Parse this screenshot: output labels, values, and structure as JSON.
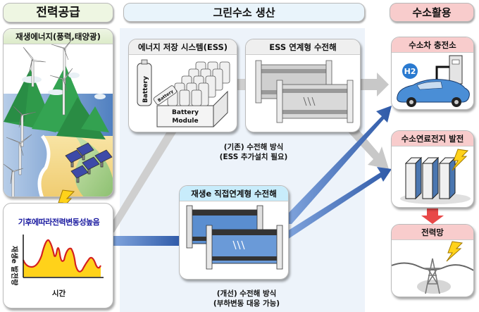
{
  "sections": {
    "supply": "전력공급",
    "production": "그린수소 생산",
    "utilization": "수소활용"
  },
  "supply": {
    "renewable_card_title": "재생에너지(풍력,태양광)",
    "variability_title": "기후에따라전력변동성높음",
    "chart_ylabel": "재생e 발전량",
    "chart_xlabel": "시간"
  },
  "production": {
    "ess_card_title": "에너지 저장 시스템(ESS)",
    "battery_label": "Battery",
    "battery_small_label": "Battery",
    "battery_module_label_1": "Battery",
    "battery_module_label_2": "Module",
    "ess_linked_card_title": "ESS 연계형 수전해",
    "old_method_line1": "(기존) 수전해 방식",
    "old_method_line2": "(ESS 추가설치 필요)",
    "direct_card_title": "재생e 직접연계형 수전해",
    "new_method_line1": "(개선) 수전해 방식",
    "new_method_line2": "(부하변동 대응 가능)"
  },
  "utilization": {
    "station_title": "수소차 충전소",
    "h2_badge": "H2",
    "fuelcell_title": "수소연료전지 발전",
    "grid_title": "전력망"
  },
  "colors": {
    "gray_flow": "#c8c8c8",
    "blue_flow": "#3b6cc0",
    "supply_header": "#eef6e2",
    "production_header": "#e9f4fb",
    "utilization_header": "#f8cccc",
    "direct_title_bg": "#c8ecfb",
    "variability_text": "#1a1aa0",
    "chart_line": "#d42020",
    "chart_fill": "#ffd21a"
  }
}
